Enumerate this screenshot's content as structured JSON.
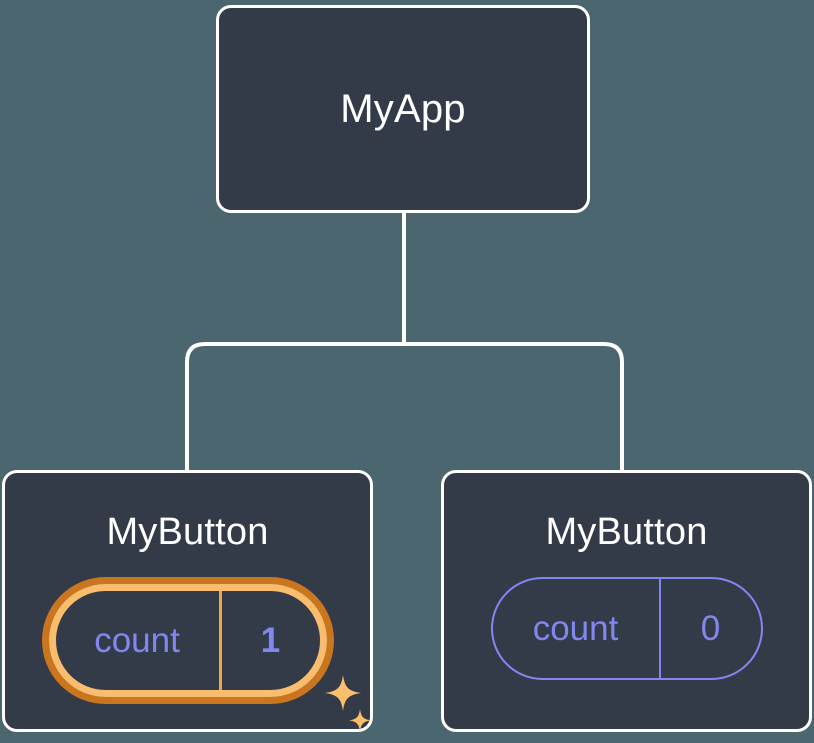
{
  "diagram": {
    "type": "component-tree",
    "background_color": "#4c6670",
    "node_fill_color": "#333b49",
    "node_border_color": "#ffffff",
    "connector_color": "#ffffff",
    "accent_purple": "#8287ef",
    "highlight_outer_ring": "#c9761f",
    "highlight_inner_ring": "#f9bd6d",
    "sparkle_color": "#fbbf6b",
    "root": {
      "title": "MyApp"
    },
    "children": [
      {
        "title": "MyButton",
        "state_key": "count",
        "state_value": "1",
        "highlighted": true,
        "sparkles": true
      },
      {
        "title": "MyButton",
        "state_key": "count",
        "state_value": "0",
        "highlighted": false,
        "sparkles": false
      }
    ]
  }
}
